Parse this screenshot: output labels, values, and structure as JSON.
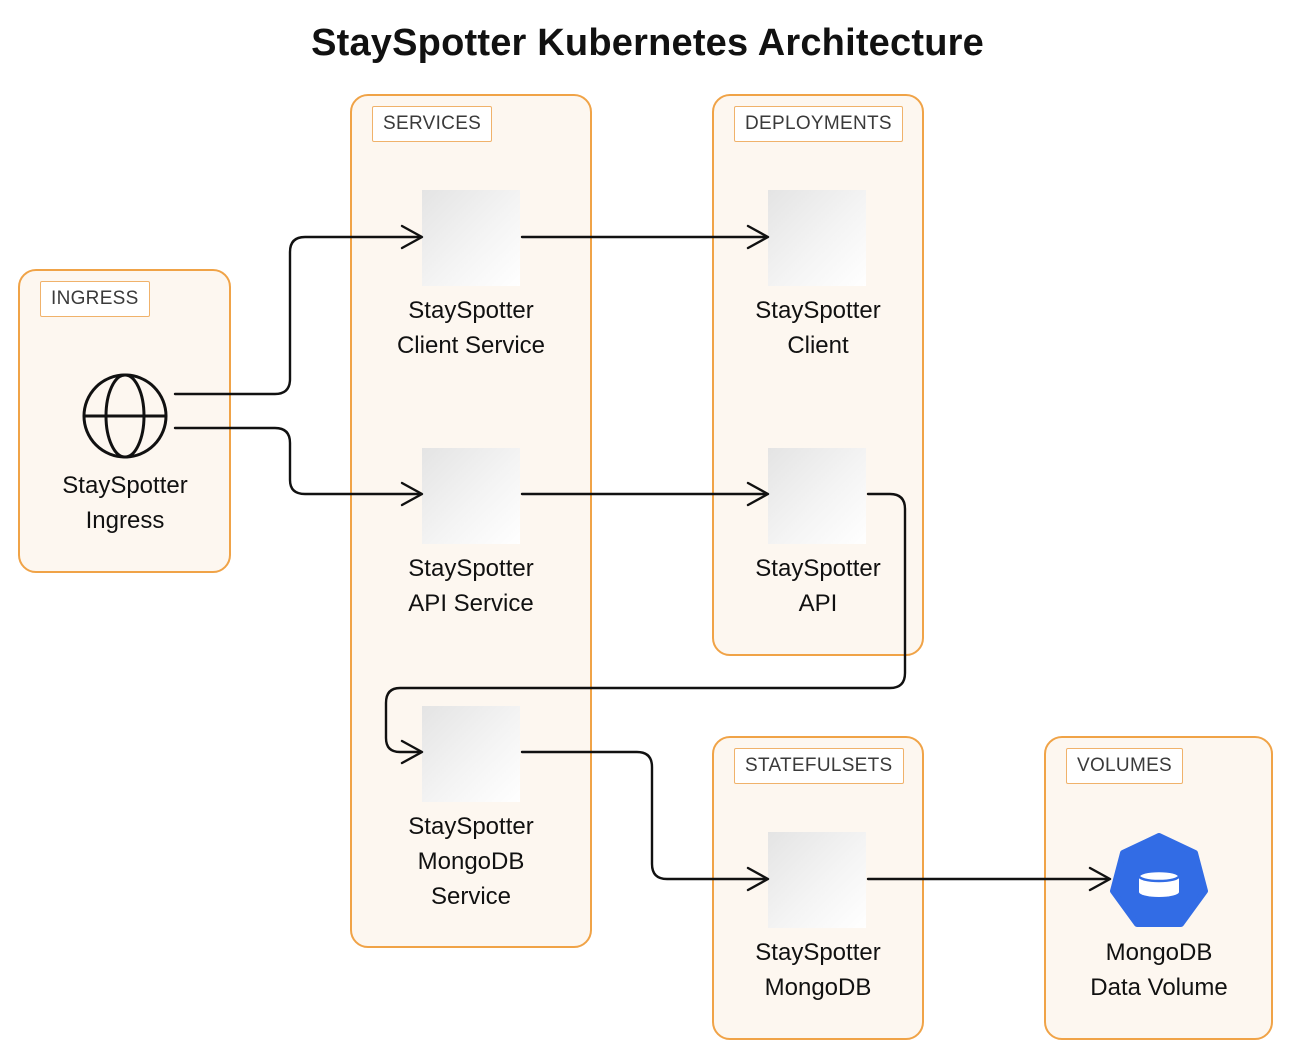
{
  "title": "StaySpotter Kubernetes Architecture",
  "groups": {
    "ingress": "INGRESS",
    "services": "SERVICES",
    "deployments": "DEPLOYMENTS",
    "statefulsets": "STATEFULSETS",
    "volumes": "VOLUMES"
  },
  "nodes": {
    "ingress": {
      "line1": "StaySpotter",
      "line2": "Ingress",
      "icon": "globe-icon"
    },
    "client_service": {
      "line1": "StaySpotter",
      "line2": "Client Service"
    },
    "api_service": {
      "line1": "StaySpotter",
      "line2": "API Service"
    },
    "mongodb_service": {
      "line1": "StaySpotter",
      "line2": "MongoDB",
      "line3": "Service"
    },
    "client": {
      "line1": "StaySpotter",
      "line2": "Client"
    },
    "api": {
      "line1": "StaySpotter",
      "line2": "API"
    },
    "mongodb": {
      "line1": "StaySpotter",
      "line2": "MongoDB"
    },
    "data_volume": {
      "line1": "MongoDB",
      "line2": "Data Volume",
      "icon": "volume-icon"
    }
  },
  "colors": {
    "group_border": "#f0a347",
    "group_fill": "#fdf7f0",
    "volume_icon": "#326ce5",
    "edge": "#111111"
  }
}
